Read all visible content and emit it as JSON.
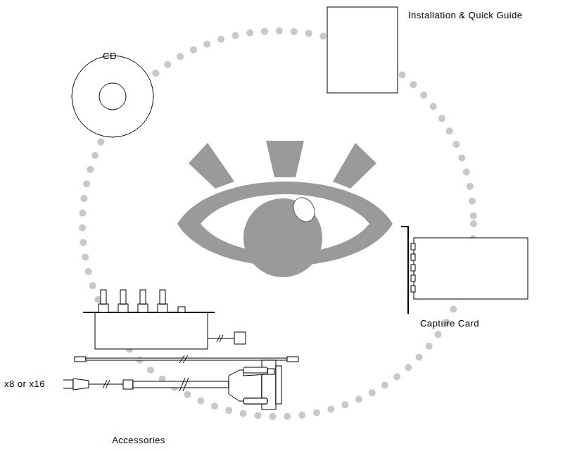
{
  "diagram": {
    "labels": [
      "Installation & Quick Guide",
      "CD",
      "Capture Card",
      "x8 or x16",
      "Accessories"
    ]
  }
}
